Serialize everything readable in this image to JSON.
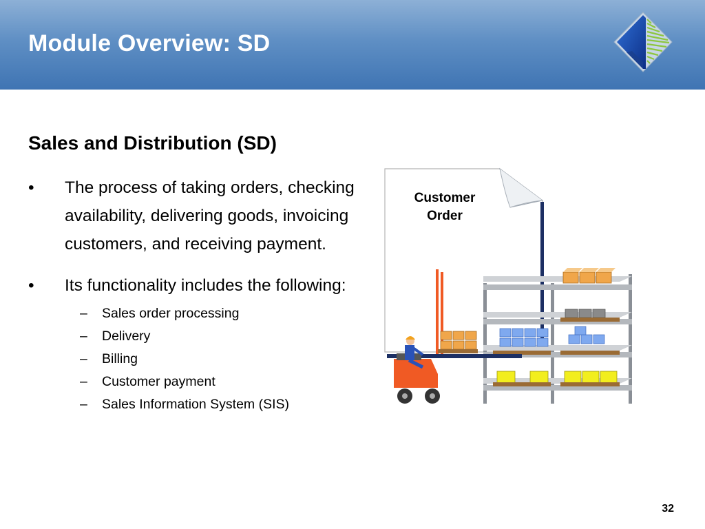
{
  "header": {
    "title": "Module Overview: SD",
    "logo_icon": "diamond-logo-icon"
  },
  "content": {
    "section_title": "Sales and Distribution (SD)",
    "bullets": [
      {
        "marker": "•",
        "text": "The process of taking orders, checking availability, delivering goods, invoicing customers, and receiving payment."
      },
      {
        "marker": "•",
        "text": "Its functionality includes the following:"
      }
    ],
    "sub_items": [
      {
        "marker": "–",
        "text": "Sales order processing"
      },
      {
        "marker": "–",
        "text": "Delivery"
      },
      {
        "marker": "–",
        "text": "Billing"
      },
      {
        "marker": "–",
        "text": "Customer payment"
      },
      {
        "marker": "–",
        "text": "Sales Information System (SIS)"
      }
    ]
  },
  "illustration": {
    "document_label_line1": "Customer",
    "document_label_line2": "Order",
    "icons": [
      "document-icon",
      "forklift-icon",
      "warehouse-shelf-icon"
    ]
  },
  "footer": {
    "page_number": "32"
  },
  "colors": {
    "header_top": "#8db0d6",
    "header_bottom": "#3f74b3",
    "logo_blue": "#1d4fb0",
    "logo_green": "#8dc63f",
    "forklift_orange": "#f05a24",
    "box_orange": "#f0a64a",
    "box_blue": "#7fa9ef",
    "box_yellow": "#f2ee1e"
  }
}
